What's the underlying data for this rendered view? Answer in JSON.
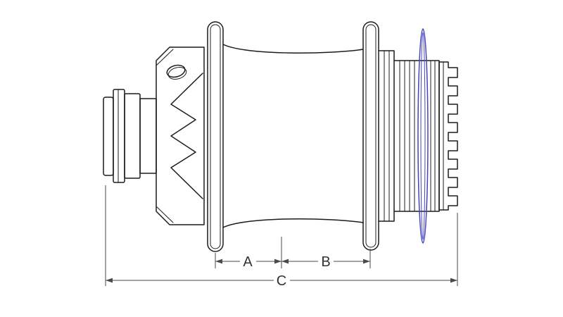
{
  "dimensions": {
    "a": {
      "label": "A"
    },
    "b": {
      "label": "B"
    },
    "c": {
      "label": "C"
    }
  },
  "colors": {
    "line": "#1c1c1c",
    "dimension_line": "#4a4a4a",
    "label_text": "#333333",
    "accent_disc": "#4444bb",
    "background": "#ffffff"
  }
}
